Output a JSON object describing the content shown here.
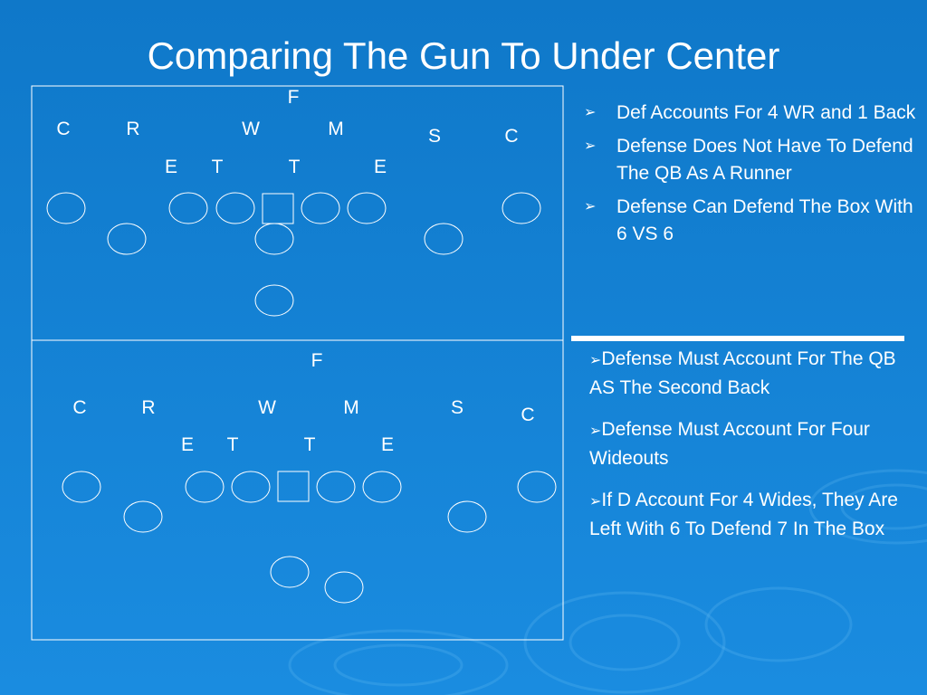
{
  "slide": {
    "title": "Comparing The Gun To Under Center",
    "colors": {
      "background_top": "#0f78c9",
      "background_bottom": "#1a8ce0",
      "lines": "#ffffff",
      "text": "#ffffff"
    }
  },
  "diagram_top": {
    "defense_labels": [
      {
        "id": "f",
        "text": "F"
      },
      {
        "id": "c-left",
        "text": "C"
      },
      {
        "id": "r",
        "text": "R"
      },
      {
        "id": "w",
        "text": "W"
      },
      {
        "id": "m",
        "text": "M"
      },
      {
        "id": "s",
        "text": "S"
      },
      {
        "id": "c-right",
        "text": "C"
      },
      {
        "id": "e-left",
        "text": "E"
      },
      {
        "id": "t-left",
        "text": "T"
      },
      {
        "id": "t-right",
        "text": "T"
      },
      {
        "id": "e-right",
        "text": "E"
      }
    ]
  },
  "diagram_bottom": {
    "defense_labels": [
      {
        "id": "f",
        "text": "F"
      },
      {
        "id": "c-left",
        "text": "C"
      },
      {
        "id": "r",
        "text": "R"
      },
      {
        "id": "w",
        "text": "W"
      },
      {
        "id": "m",
        "text": "M"
      },
      {
        "id": "s",
        "text": "S"
      },
      {
        "id": "c-right",
        "text": "C"
      },
      {
        "id": "e-left",
        "text": "E"
      },
      {
        "id": "t-left",
        "text": "T"
      },
      {
        "id": "t-right",
        "text": "T"
      },
      {
        "id": "e-right",
        "text": "E"
      }
    ]
  },
  "bullets_top": {
    "marker": "➢",
    "items": [
      "Def Accounts For 4 WR and 1 Back",
      "Defense Does Not Have To Defend The QB As A Runner",
      "Defense Can Defend The Box With 6 VS 6"
    ]
  },
  "bullets_bottom": {
    "marker": "➢",
    "items": [
      "Defense Must Account For The QB AS The Second Back",
      "Defense Must Account For Four Wideouts",
      "If D Account For 4 Wides, They Are Left With 6 To Defend 7 In The Box"
    ]
  }
}
